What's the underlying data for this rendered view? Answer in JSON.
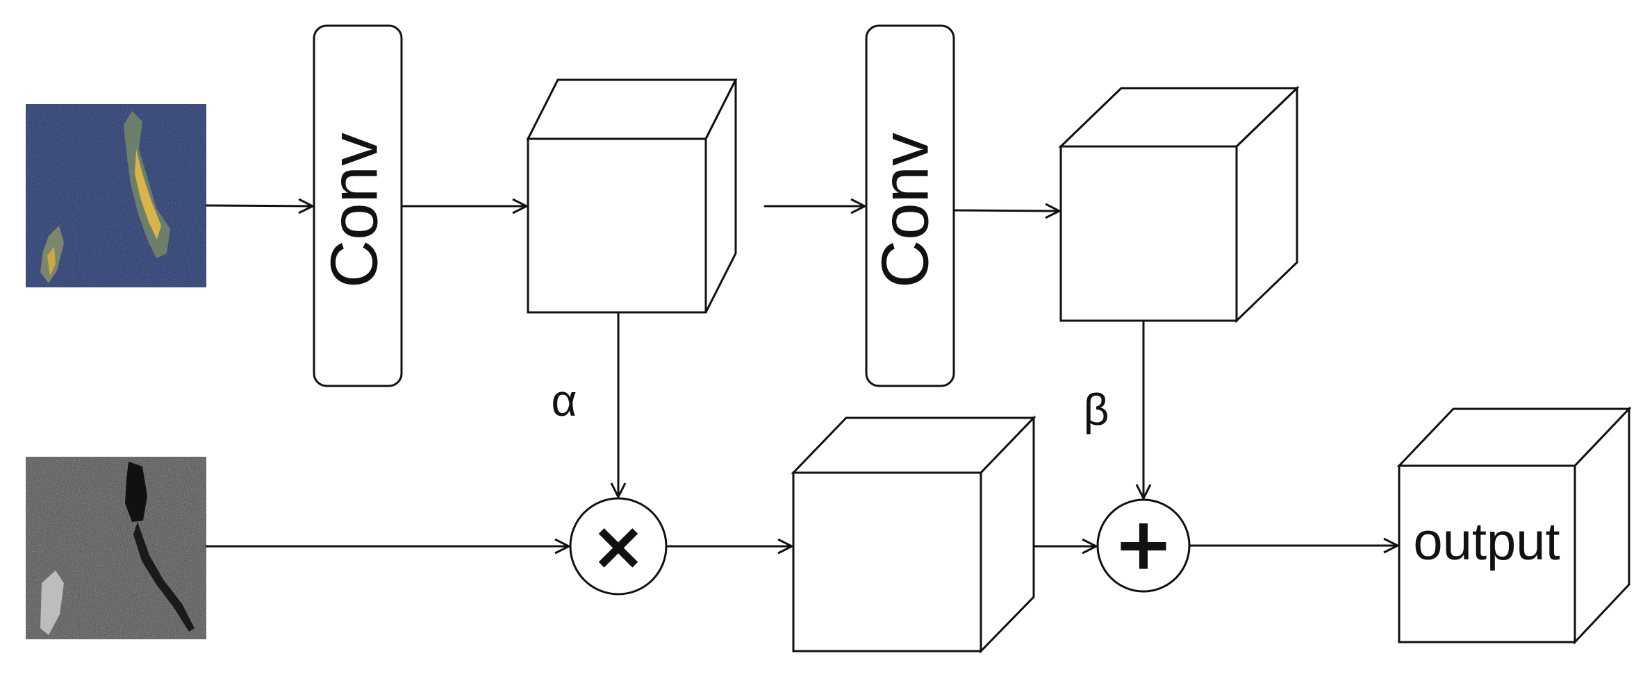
{
  "diagram": {
    "conv_block_1": {
      "label": "Conv"
    },
    "conv_block_2": {
      "label": "Conv"
    },
    "alpha_label": "α",
    "beta_label": "β",
    "multiply_op": {
      "symbol": "×"
    },
    "add_op": {
      "symbol": "+"
    },
    "output_cube": {
      "label": "output"
    },
    "colors": {
      "line": "#111111",
      "background": "#ffffff",
      "optical_bg": "#0b2a6e",
      "optical_highlight": "#d9b44a",
      "sar_bg": "#3a3a3a"
    },
    "images": {
      "top_input": "optical-image-icon",
      "bottom_input": "sar-image-icon"
    }
  }
}
